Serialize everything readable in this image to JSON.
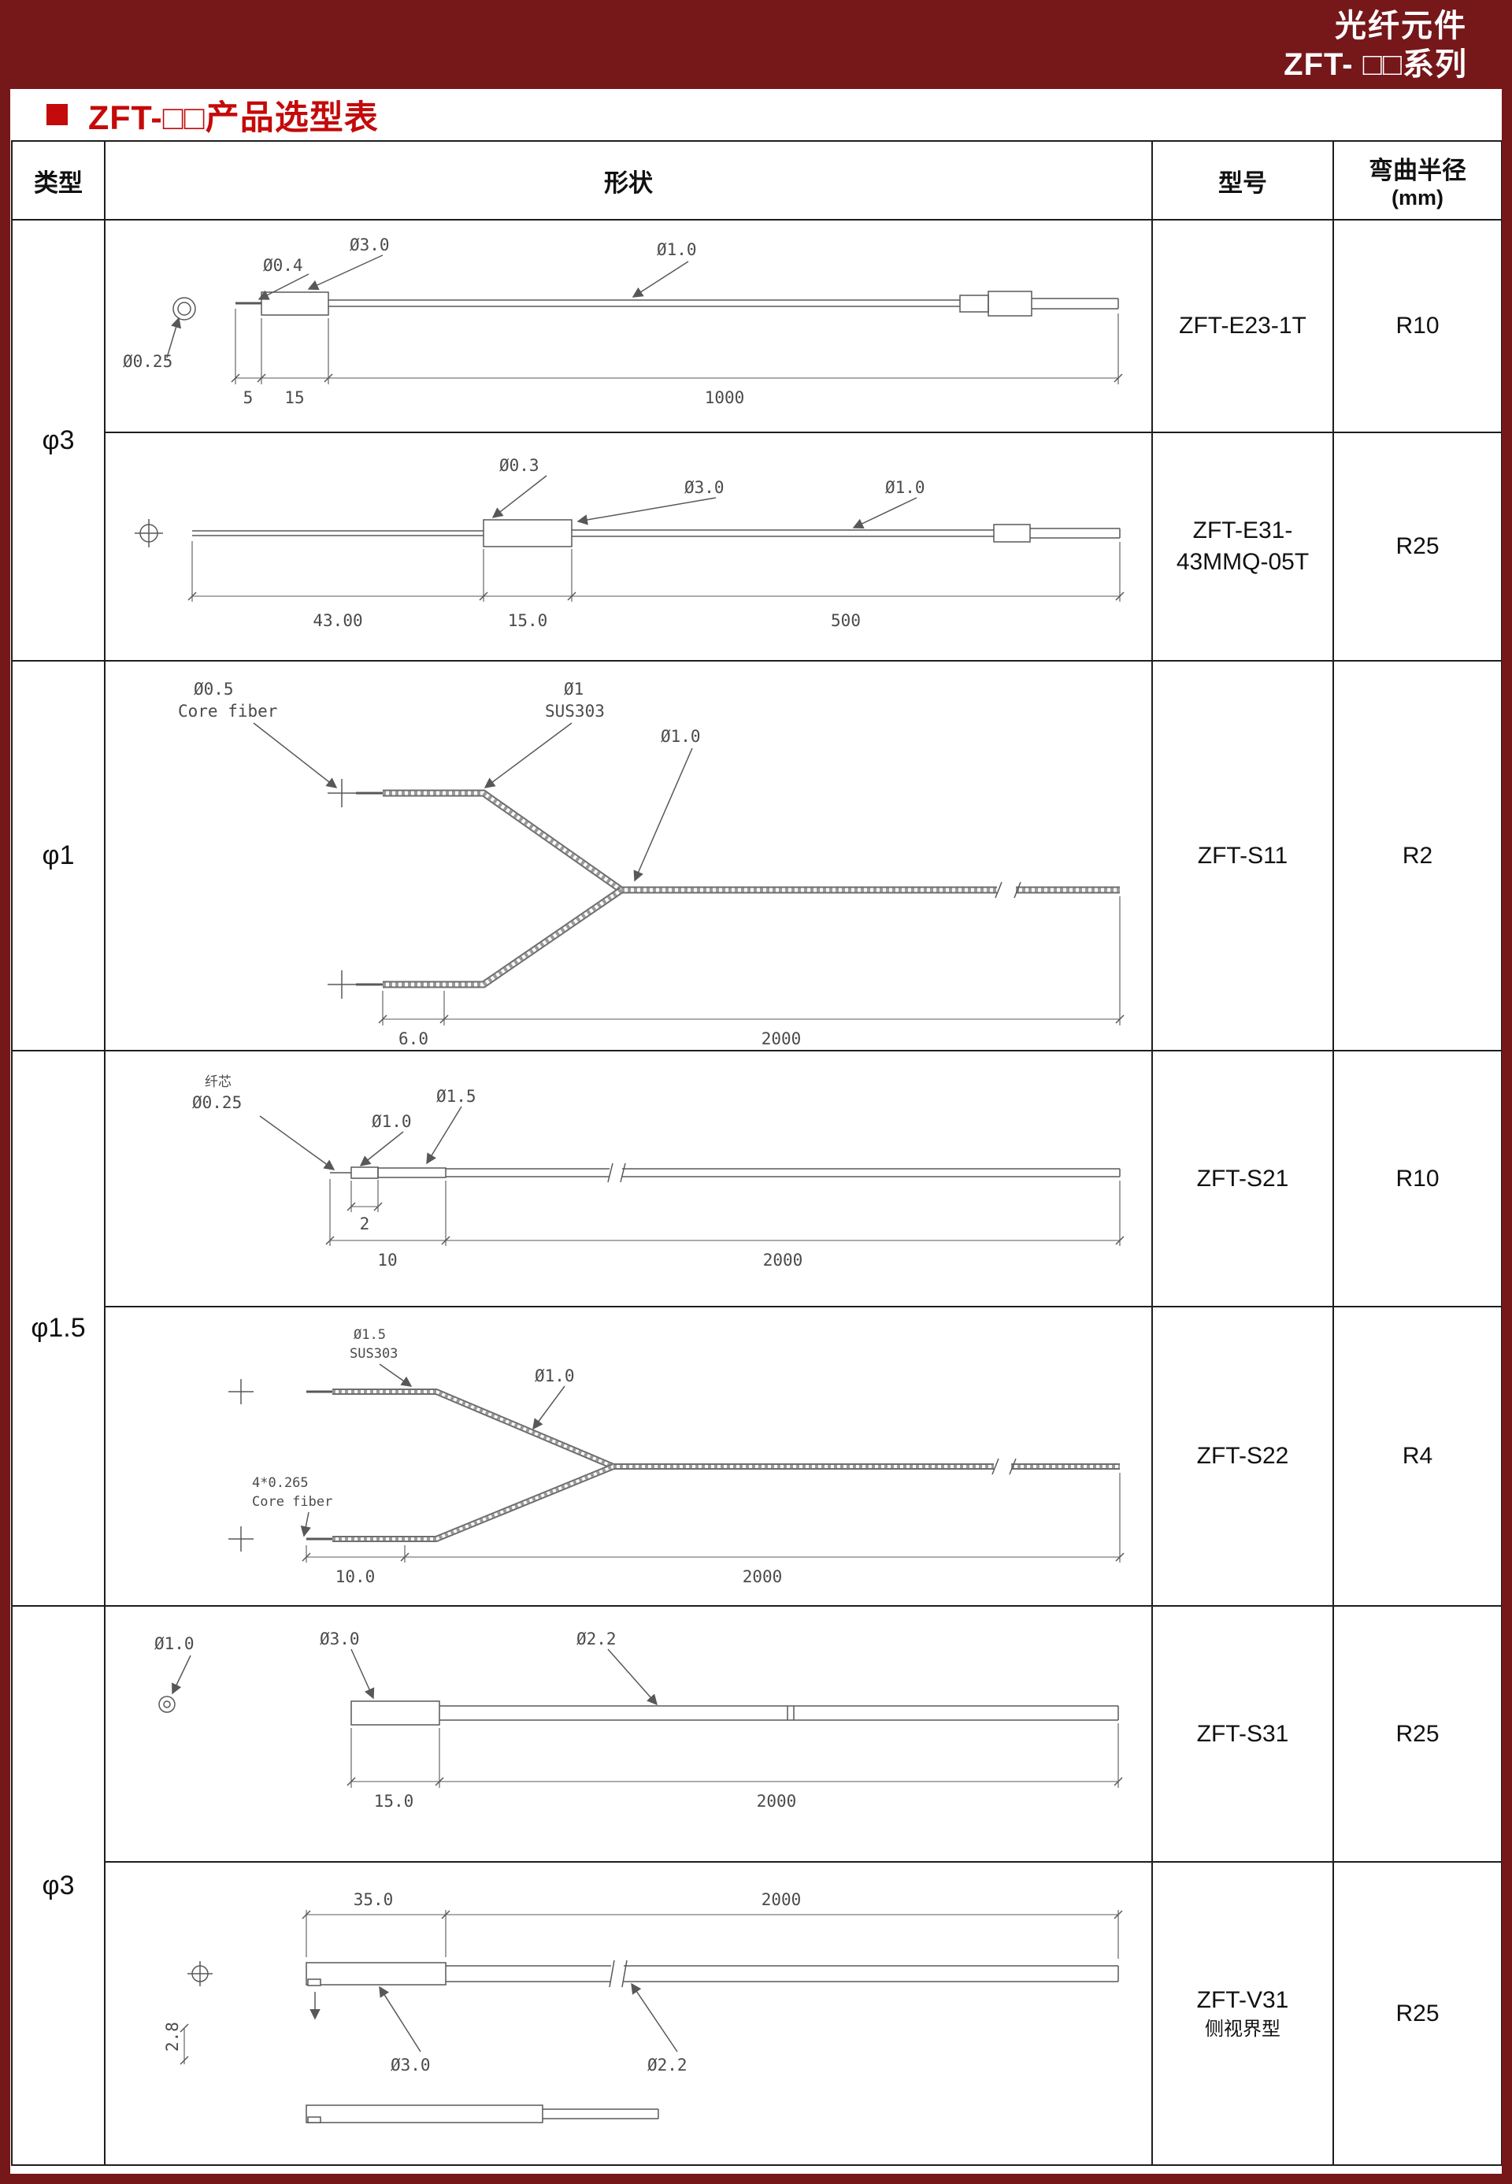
{
  "colors": {
    "accent_maroon": "#76171a",
    "title_red": "#c40a0a"
  },
  "header": {
    "product_line": "光纤元件",
    "series": "ZFT- □□系列"
  },
  "title": {
    "text": "ZFT-□□产品选型表"
  },
  "table": {
    "col_type": "类型",
    "col_shape": "形状",
    "col_model": "型号",
    "col_radius_1": "弯曲半径",
    "col_radius_2": "(mm)",
    "types": [
      {
        "label": "φ3"
      },
      {
        "label": "φ1"
      },
      {
        "label": "φ1.5"
      },
      {
        "label": "φ3"
      }
    ],
    "rows": [
      {
        "model": "ZFT-E23-1T",
        "radius": "R10"
      },
      {
        "model": "ZFT-E31-",
        "model2": "43MMQ-05T",
        "radius": "R25"
      },
      {
        "model": "ZFT-S11",
        "radius": "R2"
      },
      {
        "model": "ZFT-S21",
        "radius": "R10"
      },
      {
        "model": "ZFT-S22",
        "radius": "R4"
      },
      {
        "model": "ZFT-S31",
        "radius": "R25"
      },
      {
        "model": "ZFT-V31",
        "model2": "侧视界型",
        "radius": "R25"
      }
    ]
  },
  "drawings": {
    "d1": {
      "dia_04": "Ø0.4",
      "dia_30": "Ø3.0",
      "dia_10": "Ø1.0",
      "dia_025": "Ø0.25",
      "dim_5": "5",
      "dim_15": "15",
      "dim_1000": "1000"
    },
    "d2": {
      "dia_03": "Ø0.3",
      "dia_30": "Ø3.0",
      "dia_10": "Ø1.0",
      "dim_43": "43.00",
      "dim_15": "15.0",
      "dim_500": "500"
    },
    "d3": {
      "dia_05": "Ø0.5",
      "core_fiber": "Core fiber",
      "dia_1": "Ø1",
      "sus": "SUS303",
      "dia_10": "Ø1.0",
      "dim_6": "6.0",
      "dim_2000": "2000"
    },
    "d4": {
      "core_label": "纤芯",
      "dia_025": "Ø0.25",
      "dia_10": "Ø1.0",
      "dia_15": "Ø1.5",
      "dim_2": "2",
      "dim_10": "10",
      "dim_2000": "2000"
    },
    "d5": {
      "dia_15": "Ø1.5",
      "sus": "SUS303",
      "dia_10": "Ø1.0",
      "core_spec": "4*0.265",
      "core_fiber": "Core fiber",
      "dim_10": "10.0",
      "dim_2000": "2000"
    },
    "d6": {
      "dia_10": "Ø1.0",
      "dia_30": "Ø3.0",
      "dia_22": "Ø2.2",
      "dim_15": "15.0",
      "dim_2000": "2000"
    },
    "d7": {
      "dim_35": "35.0",
      "dim_2000": "2000",
      "dia_30": "Ø3.0",
      "dia_22": "Ø2.2",
      "dim_28": "2.8"
    }
  }
}
